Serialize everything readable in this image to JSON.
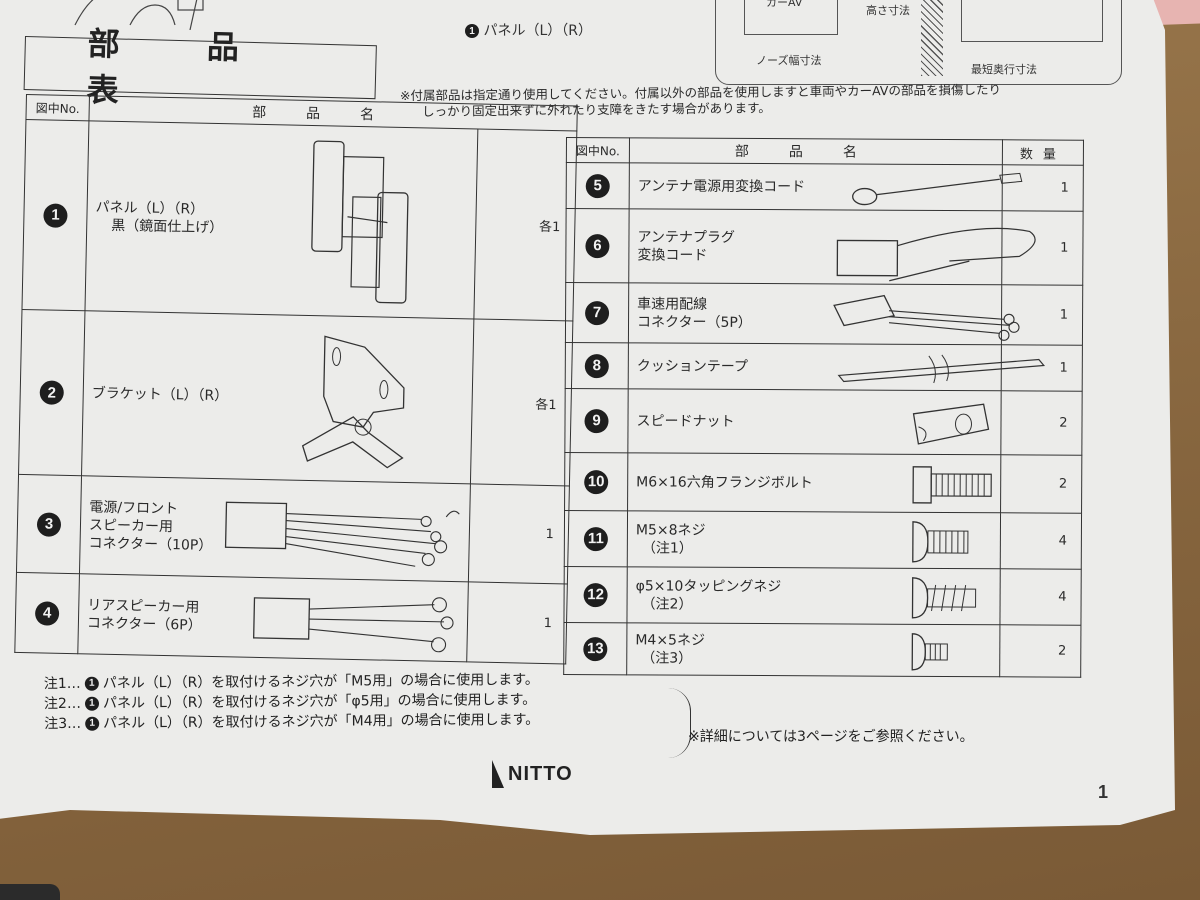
{
  "document": {
    "title": "部 品 表",
    "top_caption": {
      "number": "1",
      "text": "パネル（L）（R）"
    },
    "top_diagram": {
      "labels": [
        "カーAV",
        "高さ寸法",
        "ノーズ幅寸法",
        "最短奥行寸法"
      ]
    },
    "notice": [
      "※付属部品は指定通り使用してください。付属以外の部品を使用しますと車両やカーAVの部品を損傷したり",
      "しっかり固定出来ずに外れたり支障をきたす場合があります。"
    ],
    "table_headers": {
      "no": "図中No.",
      "name": "部品名",
      "qty": "数量"
    },
    "left_parts": [
      {
        "no": "1",
        "name_lines": [
          "パネル（L）（R）",
          "黒（鏡面仕上げ）"
        ],
        "qty": "各1",
        "icon": "panel-icon"
      },
      {
        "no": "2",
        "name_lines": [
          "ブラケット（L）（R）"
        ],
        "qty": "各1",
        "icon": "bracket-icon"
      },
      {
        "no": "3",
        "name_lines": [
          "電源/フロント",
          "スピーカー用",
          "コネクター（10P）"
        ],
        "qty": "1",
        "icon": "connector-10p-icon"
      },
      {
        "no": "4",
        "name_lines": [
          "リアスピーカー用",
          "コネクター（6P）"
        ],
        "qty": "1",
        "icon": "connector-6p-icon"
      }
    ],
    "right_parts": [
      {
        "no": "5",
        "name_lines": [
          "アンテナ電源用変換コード"
        ],
        "qty": "1",
        "icon": "antenna-power-cord-icon"
      },
      {
        "no": "6",
        "name_lines": [
          "アンテナプラグ",
          "変換コード"
        ],
        "qty": "1",
        "icon": "antenna-plug-cord-icon"
      },
      {
        "no": "7",
        "name_lines": [
          "車速用配線",
          "コネクター（5P）"
        ],
        "qty": "1",
        "icon": "connector-5p-icon"
      },
      {
        "no": "8",
        "name_lines": [
          "クッションテープ"
        ],
        "qty": "1",
        "icon": "cushion-tape-icon"
      },
      {
        "no": "9",
        "name_lines": [
          "スピードナット"
        ],
        "qty": "2",
        "icon": "speed-nut-icon"
      },
      {
        "no": "10",
        "name_lines": [
          "M6×16六角フランジボルト"
        ],
        "qty": "2",
        "icon": "flange-bolt-icon"
      },
      {
        "no": "11",
        "name_lines": [
          "M5×8ネジ",
          "（注1）"
        ],
        "qty": "4",
        "icon": "screw-m5-icon"
      },
      {
        "no": "12",
        "name_lines": [
          "φ5×10タッピングネジ",
          "（注2）"
        ],
        "qty": "4",
        "icon": "tapping-screw-icon"
      },
      {
        "no": "13",
        "name_lines": [
          "M4×5ネジ",
          "（注3）"
        ],
        "qty": "2",
        "icon": "screw-m4-icon"
      }
    ],
    "footnotes": [
      {
        "label": "注1…",
        "ref": "1",
        "text": "パネル（L）（R）を取付けるネジ穴が「M5用」の場合に使用します。"
      },
      {
        "label": "注2…",
        "ref": "1",
        "text": "パネル（L）（R）を取付けるネジ穴が「φ5用」の場合に使用します。"
      },
      {
        "label": "注3…",
        "ref": "1",
        "text": "パネル（L）（R）を取付けるネジ穴が「M4用」の場合に使用します。"
      }
    ],
    "reference_note": "※詳細については3ページをご参照ください。",
    "brand": "NITTO",
    "page_number": "1"
  }
}
